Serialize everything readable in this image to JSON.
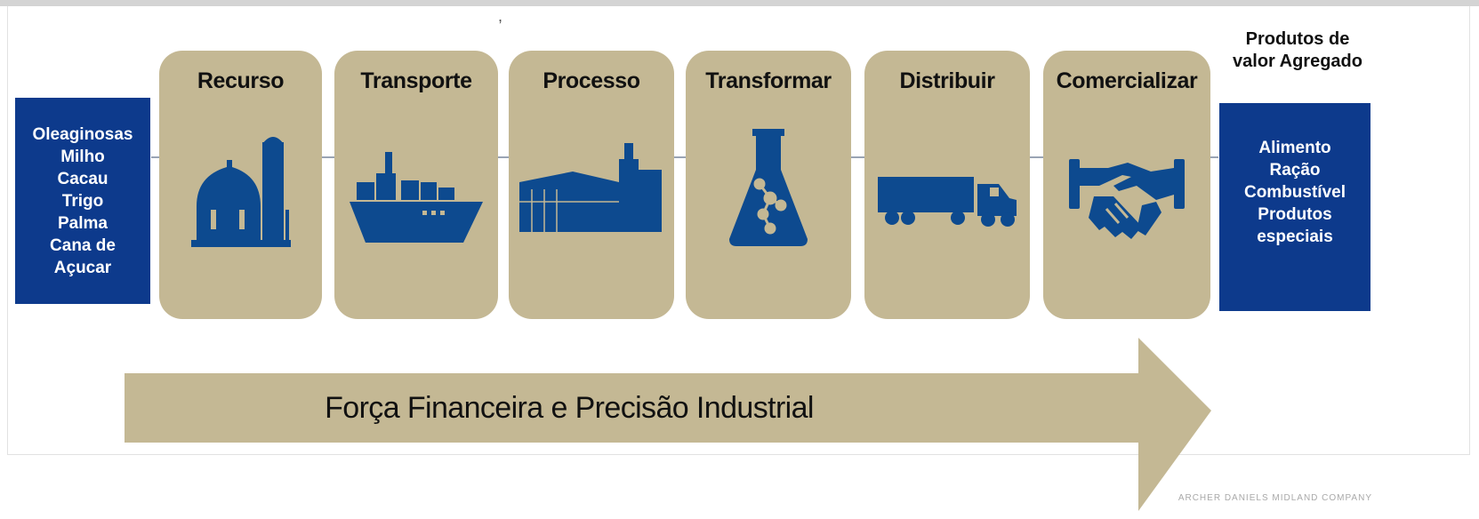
{
  "input": {
    "items": [
      "Oleaginosas",
      "Milho",
      "Cacau",
      "Trigo",
      "Palma",
      "Cana de",
      "Açucar"
    ]
  },
  "stages": [
    {
      "label": "Recurso",
      "icon": "silo-icon"
    },
    {
      "label": "Transporte",
      "icon": "cargo-ship-icon"
    },
    {
      "label": "Processo",
      "icon": "factory-icon"
    },
    {
      "label": "Transformar",
      "icon": "flask-icon"
    },
    {
      "label": "Distribuir",
      "icon": "truck-icon"
    },
    {
      "label": "Comercializar",
      "icon": "handshake-icon"
    }
  ],
  "output": {
    "title_line1": "Produtos de",
    "title_line2": "valor Agregado",
    "items": [
      "Alimento",
      "Ração",
      "Combustível",
      "Produtos",
      "especiais"
    ]
  },
  "arrow": {
    "label": "Força Financeira e Precisão Industrial"
  },
  "footer": {
    "credit": "ARCHER DANIELS MIDLAND COMPANY"
  },
  "colors": {
    "stage_fill": "#c4b894",
    "icon_blue": "#0d4a8f",
    "box_blue": "#0d3a8c"
  }
}
